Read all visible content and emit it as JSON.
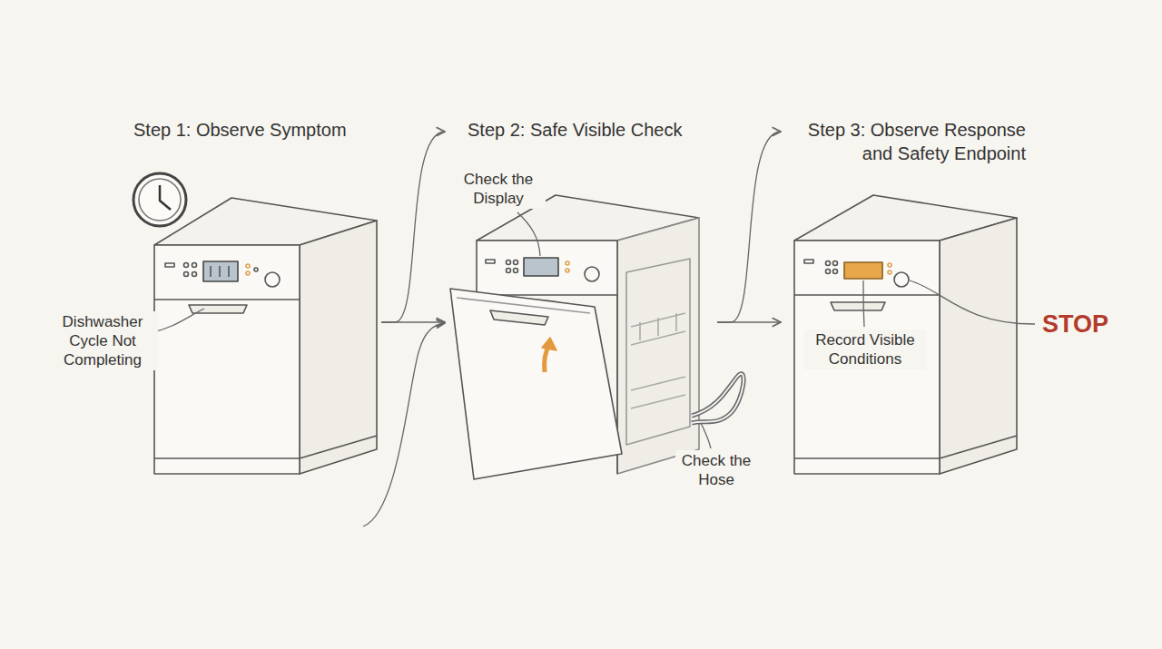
{
  "diagram": {
    "nodes": [
      {
        "text": [
          "Step 1: Observe Symptom"
        ]
      },
      {
        "text": [
          "Step 2: Safe Visible Check"
        ]
      },
      {
        "text": [
          "Step 3: Observe Response and Safety Endpoint"
        ]
      }
    ],
    "edges": [
      {
        "from": 0,
        "to": 1,
        "arrow": "to"
      },
      {
        "from": 1,
        "to": 2,
        "arrow": "to"
      }
    ],
    "labels": [
      "Dishwasher Cycle Not Completing",
      "Check the Display",
      "Check the Hose",
      "Record Visible Conditions",
      "STOP"
    ]
  }
}
